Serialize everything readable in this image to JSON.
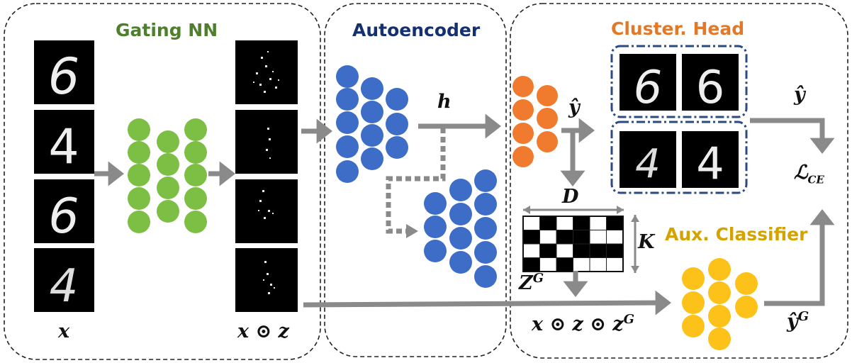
{
  "sections": {
    "gating": {
      "title": "Gating NN",
      "color": "#4e7f2d"
    },
    "autoencoder": {
      "title": "Autoencoder",
      "color": "#15306e"
    },
    "cluster_head": {
      "title": "Cluster. Head",
      "color": "#e07a2a"
    },
    "aux_classifier": {
      "title": "Aux. Classifier",
      "color": "#d5a300"
    }
  },
  "symbols": {
    "x": "x",
    "x_odot_z": "x ⊙ z",
    "h": "h",
    "y_hat": "ŷ",
    "y_hat_out": "ŷ",
    "D": "D",
    "K": "K",
    "Z": "Z",
    "Z_sup": "G",
    "x_odot_z_odot": "x ⊙ z ⊙ z",
    "x_odot_z_odot_sup": "G",
    "L": "ℒ",
    "L_sub": "CE",
    "y_hat_G": "ŷ",
    "y_hat_G_sup": "G"
  },
  "digits": {
    "input": [
      "6",
      "4",
      "6",
      "4"
    ],
    "cluster_top": [
      "6",
      "6"
    ],
    "cluster_bottom": [
      "4",
      "4"
    ]
  },
  "colors": {
    "green_node": "#7dbf45",
    "blue_node": "#3d6dc7",
    "orange_node": "#f07a2e",
    "yellow_node": "#fcc21a",
    "arrow": "#8a8a8a",
    "dashed_box": "#2b4a82"
  },
  "mask_matrix": {
    "rows": 4,
    "cols": 6,
    "cells": [
      [
        0,
        1,
        0,
        1,
        0,
        1
      ],
      [
        1,
        0,
        1,
        1,
        0,
        0
      ],
      [
        0,
        1,
        0,
        1,
        1,
        1
      ],
      [
        1,
        0,
        1,
        0,
        0,
        0
      ]
    ]
  }
}
